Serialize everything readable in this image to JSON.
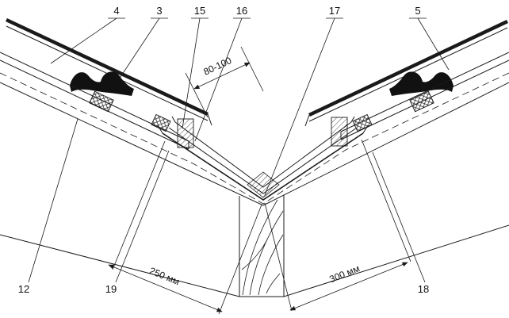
{
  "meta": {
    "title": "Roof valley construction detail"
  },
  "colors": {
    "ink": "#1a1a1a",
    "paper": "#ffffff"
  },
  "callouts": {
    "c4": "4",
    "c3": "3",
    "c15": "15",
    "c16": "16",
    "c17": "17",
    "c5": "5",
    "c12": "12",
    "c19": "19",
    "c18": "18"
  },
  "dimensions": {
    "cutback": "80-100",
    "left_extent": "250 мм",
    "right_extent": "300 мм"
  }
}
